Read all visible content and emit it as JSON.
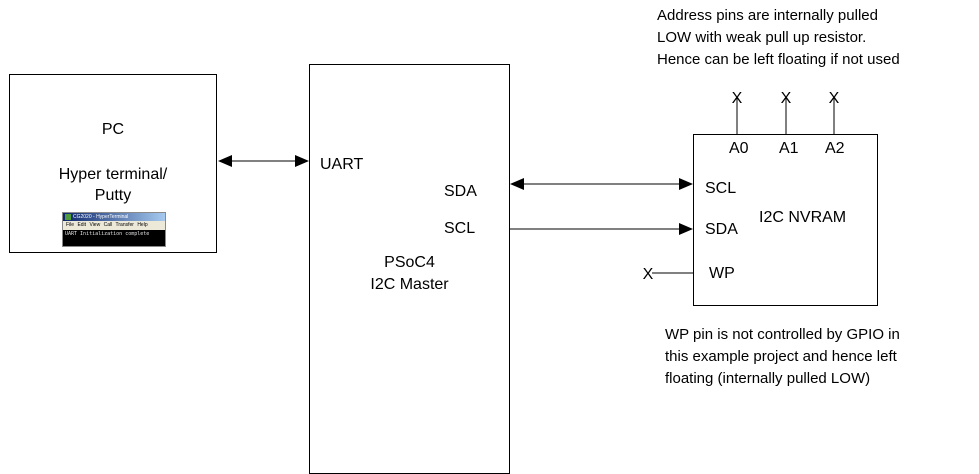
{
  "pc": {
    "title": "PC",
    "subtitle_line1": "Hyper terminal/",
    "subtitle_line2": "Putty"
  },
  "terminal_thumbnail": {
    "window_title": "CG2020 - HyperTerminal",
    "menu": "File Edit View Call Transfer Help",
    "screen_text": "UART Initialization complete"
  },
  "psoc": {
    "uart_label": "UART",
    "sda_label": "SDA",
    "scl_label": "SCL",
    "title_line1": "PSoC4",
    "title_line2": "I2C Master"
  },
  "nvram": {
    "title": "I2C NVRAM",
    "scl_label": "SCL",
    "sda_label": "SDA",
    "wp_label": "WP",
    "a0_label": "A0",
    "a1_label": "A1",
    "a2_label": "A2"
  },
  "no_connect_marker": "X",
  "notes": {
    "address": [
      "Address pins are internally pulled",
      "LOW with weak pull up resistor.",
      "Hence can be left floating if not used"
    ],
    "wp": [
      "WP pin is not controlled by GPIO in",
      "this example project and hence left",
      "floating (internally pulled LOW)"
    ]
  }
}
